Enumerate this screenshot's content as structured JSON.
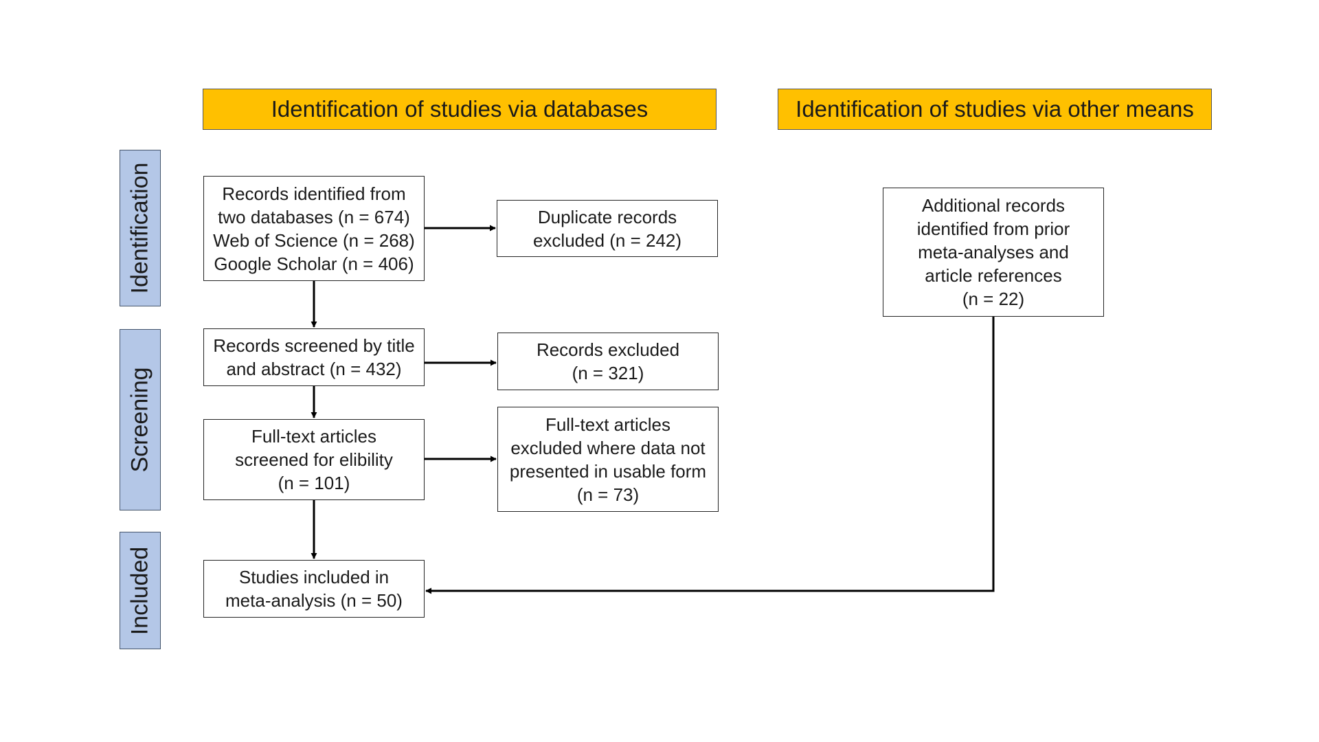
{
  "headers": {
    "databases": "Identification of studies via databases",
    "other_means": "Identification of studies via other means"
  },
  "stages": {
    "identification": "Identification",
    "screening": "Screening",
    "included": "Included"
  },
  "boxes": {
    "records_identified": "Records identified from\ntwo databases (n = 674)\nWeb of Science (n = 268)\nGoogle Scholar (n = 406)",
    "duplicates_excluded": "Duplicate records\nexcluded (n = 242)",
    "records_screened": "Records screened by title\nand abstract (n = 432)",
    "records_excluded": "Records excluded\n(n = 321)",
    "fulltext_screened": "Full-text articles\nscreened for elibility\n(n = 101)",
    "fulltext_excluded": "Full-text articles\nexcluded where data not\npresented in usable form\n(n = 73)",
    "studies_included": "Studies included in\nmeta-analysis (n =  50)",
    "additional_records": "Additional records\nidentified from prior\nmeta-analyses and\narticle references\n(n = 22)"
  },
  "colors": {
    "header_fill": "#ffc000",
    "stage_fill": "#b4c7e7",
    "arrow": "#000000"
  }
}
